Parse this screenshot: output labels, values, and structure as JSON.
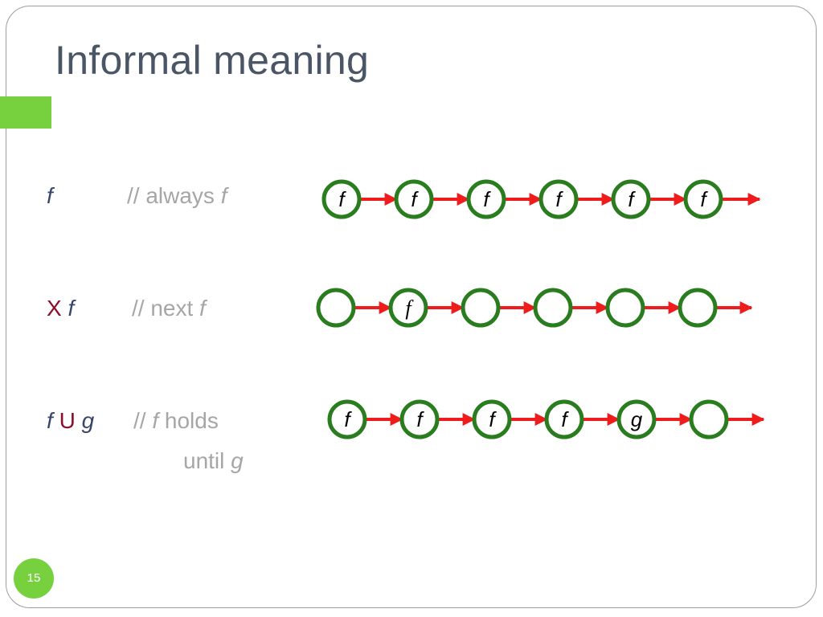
{
  "title": "Informal meaning",
  "page_number": "15",
  "colors": {
    "title": "#4a5566",
    "accent": "#77d13f",
    "operator": "#8b0d2a",
    "variable": "#39466a",
    "comment": "#a6a6a6",
    "state_stroke": "#2a7d1e",
    "transition": "#ee1c1c"
  },
  "rows": [
    {
      "operator": "",
      "expr_prefix": "",
      "expr_var": "f",
      "expr_suffix": "",
      "comment_prefix": "// always ",
      "comment_var": "f",
      "comment_line2_text": "",
      "comment_line2_var": "",
      "states": [
        "f",
        "f",
        "f",
        "f",
        "f",
        "f"
      ]
    },
    {
      "operator": "X",
      "expr_prefix": "",
      "expr_var": "f",
      "expr_suffix": "",
      "comment_prefix": "// next ",
      "comment_var": "f",
      "comment_line2_text": "",
      "comment_line2_var": "",
      "states": [
        "",
        "f",
        "",
        "",
        "",
        ""
      ]
    },
    {
      "operator": "U",
      "expr_prefix": "f",
      "expr_var": "g",
      "expr_suffix": "",
      "comment_prefix": "//  ",
      "comment_var": "f",
      "comment_mid": " holds",
      "comment_line2_text": "until ",
      "comment_line2_var": "g",
      "states": [
        "f",
        "f",
        "f",
        "f",
        "g",
        ""
      ]
    }
  ]
}
